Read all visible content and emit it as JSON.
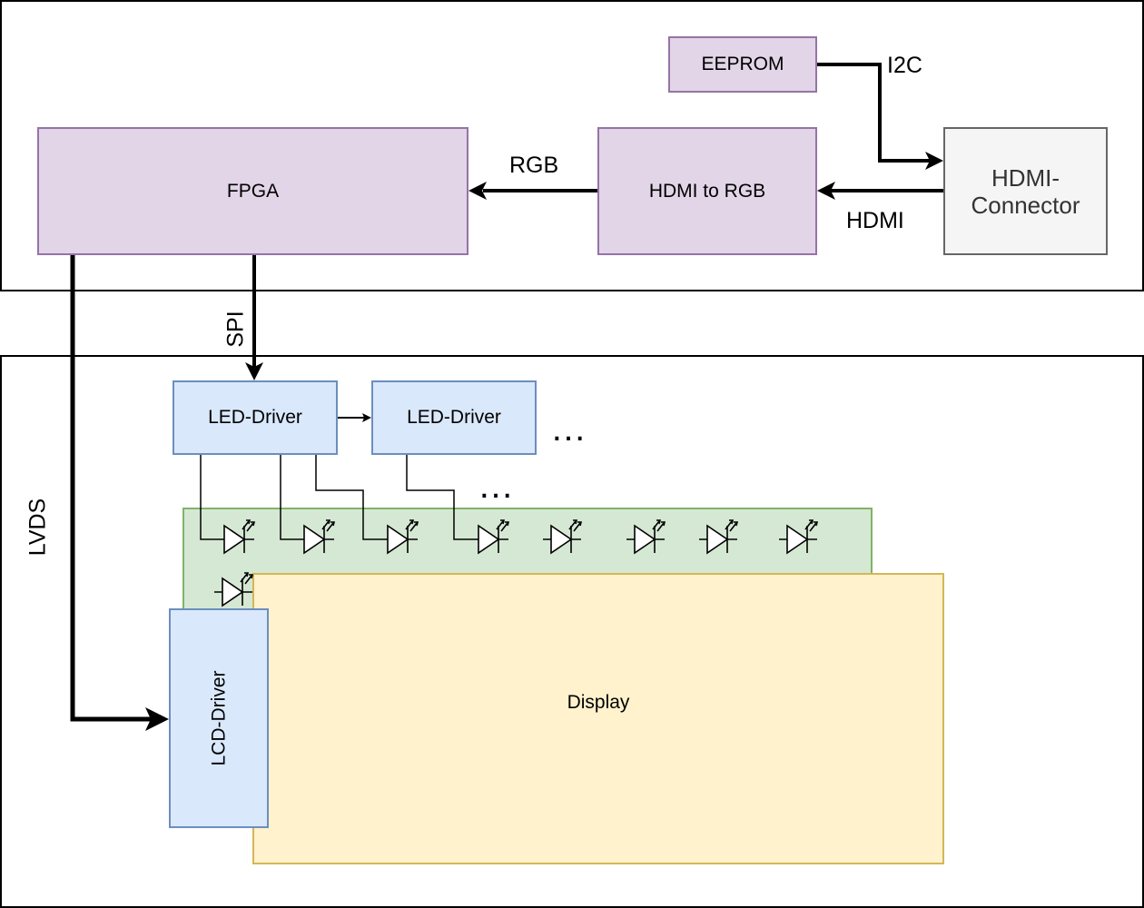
{
  "blocks": {
    "eeprom": "EEPROM",
    "fpga": "FPGA",
    "hdmi_to_rgb": "HDMI to RGB",
    "hdmi_connector": "HDMI-\nConnector",
    "led_driver_1": "LED-Driver",
    "led_driver_2": "LED-Driver",
    "lcd_driver": "LCD-Driver",
    "display": "Display"
  },
  "signals": {
    "i2c": "I2C",
    "rgb": "RGB",
    "hdmi": "HDMI",
    "spi": "SPI",
    "lvds": "LVDS"
  },
  "ellipsis": {
    "drivers": "…",
    "leds": "…"
  },
  "colors": {
    "purple_fill": "#e1d5e7",
    "purple_stroke": "#9673a6",
    "blue_fill": "#dae8fc",
    "blue_stroke": "#6c8ebf",
    "green_fill": "#d5e8d4",
    "green_stroke": "#82b366",
    "yellow_fill": "#fff2cc",
    "yellow_stroke": "#d6b656",
    "gray_fill": "#f5f5f5",
    "gray_stroke": "#666666"
  },
  "led_count": 9
}
